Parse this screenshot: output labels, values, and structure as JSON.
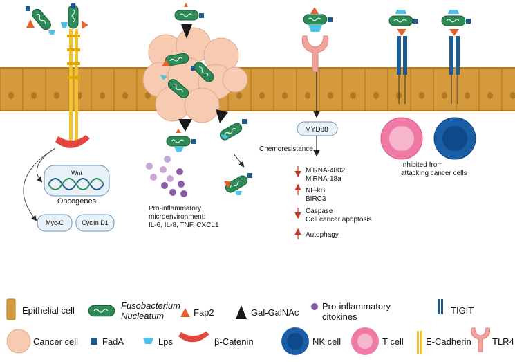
{
  "center": {
    "myd88": "MYD88",
    "chemoresistance": "Chemoresistance",
    "markers": [
      {
        "label": "MiRNA-4802",
        "direction": "down"
      },
      {
        "label": "MiRNA-18a",
        "direction": "down"
      },
      {
        "label": "NF-kB",
        "direction": "up"
      },
      {
        "label": "BIRC3",
        "direction": "up"
      },
      {
        "label": "Caspase",
        "direction": "down"
      },
      {
        "label": "Cell cancer apoptosis",
        "direction": "down"
      },
      {
        "label": "Autophagy",
        "direction": "up"
      }
    ]
  },
  "left": {
    "wnt": "Wnt",
    "oncogenes": "Oncogenes",
    "myc": "Myc-C",
    "cyclin": "Cyclin D1"
  },
  "inflammation": {
    "line1": "Pro-inflammatory",
    "line2": "microenvironment:",
    "line3": "IL-6, IL-8, TNF, CXCL1"
  },
  "right": {
    "line1": "Inhibited from",
    "line2": "attacking cancer cells"
  },
  "legend": {
    "epithelial": "Epithelial cell",
    "fuso1": "Fusobacterium",
    "fuso2": "Nucleatum",
    "fap2": "Fap2",
    "galgalnac": "Gal-GalNAc",
    "cytokines1": "Pro-inflammatory",
    "cytokines2": "citokines",
    "tigit": "TIGIT",
    "cancer": "Cancer cell",
    "fada": "FadA",
    "lps": "Lps",
    "catenin": "β-Catenin",
    "nk": "NK cell",
    "tcell": "T cell",
    "ecadherin": "E-Cadherin",
    "tlr4": "TLR4"
  },
  "colors": {
    "epithelium": "#d59a3c",
    "epithelium_dark": "#b07a24",
    "bacterium": "#2e8b57",
    "fap2": "#e8602c",
    "fada": "#1f5c8b",
    "lps": "#4fc3e8",
    "catenin": "#e2473f",
    "nk_cell": "#1a5ea8",
    "t_cell": "#f07aa6",
    "tlr4": "#f1a39c",
    "ecadherin": "#f2c12e",
    "cytokine": "#8a5aa6",
    "cancer_cell": "#f6cbb2"
  }
}
